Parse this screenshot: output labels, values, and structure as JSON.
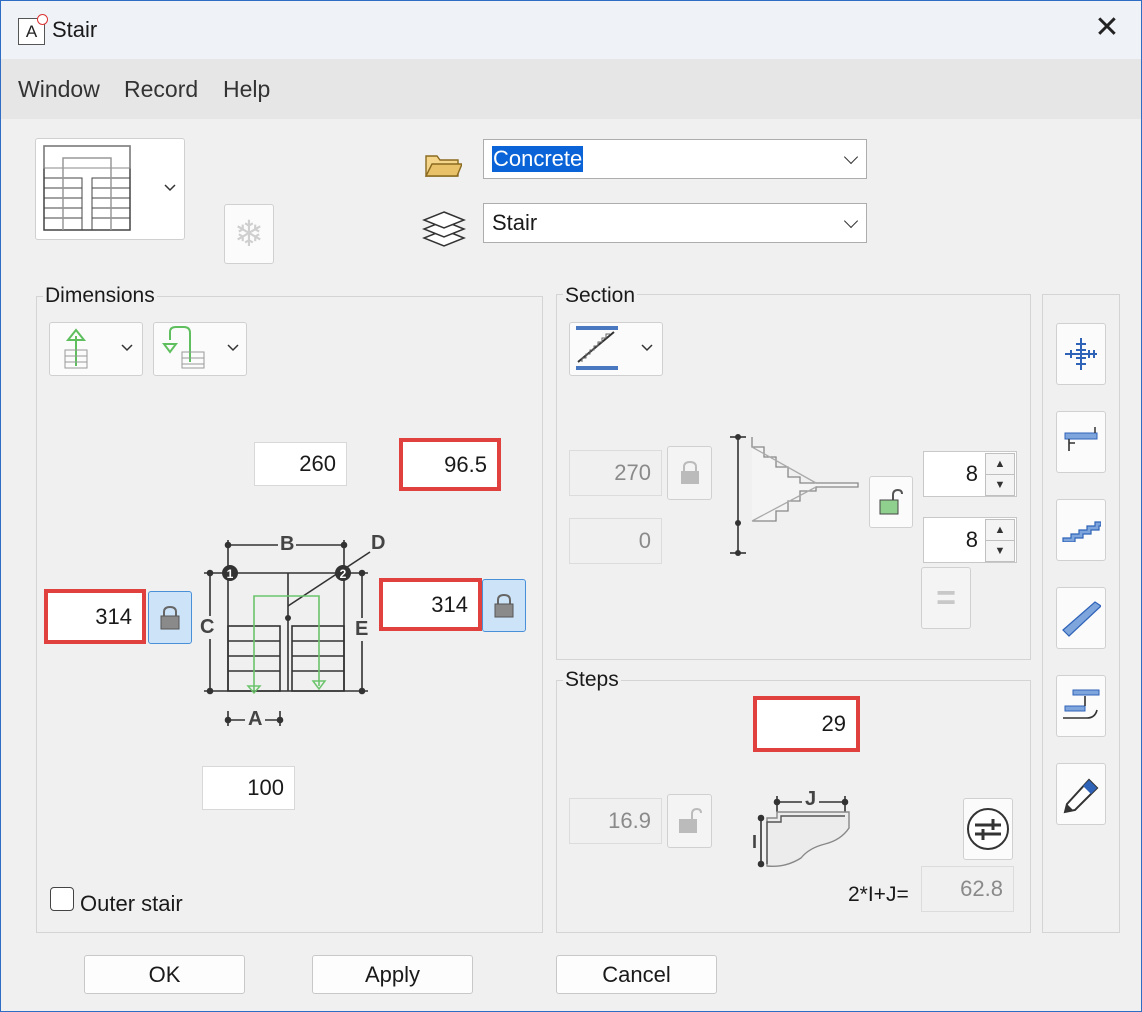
{
  "window": {
    "title": "Stair"
  },
  "menu": {
    "items": [
      "Window",
      "Record",
      "Help"
    ]
  },
  "top": {
    "material": "Concrete",
    "layer": "Stair"
  },
  "dimensions": {
    "title": "Dimensions",
    "top_left_value": "260",
    "top_right_value": "96.5",
    "left_value": "314",
    "right_value": "314",
    "bottom_value": "100",
    "labels": {
      "A": "A",
      "B": "B",
      "C": "C",
      "D": "D",
      "E": "E",
      "n1": "1",
      "n2": "2"
    },
    "outer_stair_label": "Outer stair"
  },
  "section": {
    "title": "Section",
    "height_value": "270",
    "offset_value": "0",
    "steps_up": "8",
    "steps_down": "8",
    "equal_symbol": "="
  },
  "steps": {
    "title": "Steps",
    "count": "29",
    "riser_value": "16.9",
    "formula_label": "2*I+J=",
    "formula_value": "62.8",
    "labels": {
      "I": "I",
      "J": "J"
    }
  },
  "buttons": {
    "ok": "OK",
    "apply": "Apply",
    "cancel": "Cancel"
  },
  "colors": {
    "highlight_red": "#e0413f",
    "accent_blue": "#2f6cc4",
    "lock_blue": "#cde3f7"
  }
}
